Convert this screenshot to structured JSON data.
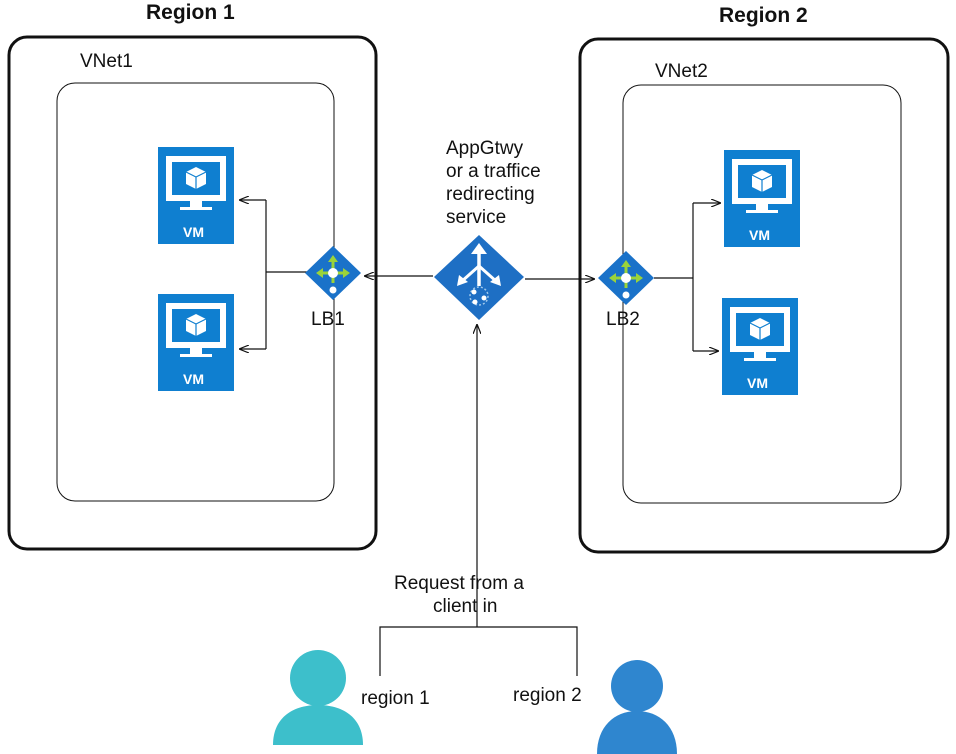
{
  "regions": [
    {
      "title": "Region 1",
      "vnet": "VNet1",
      "lb": "LB1",
      "vm_labels": [
        "VM",
        "VM"
      ]
    },
    {
      "title": "Region 2",
      "vnet": "VNet2",
      "lb": "LB2",
      "vm_labels": [
        "VM",
        "VM"
      ]
    }
  ],
  "gateway": {
    "lines": [
      "AppGtwy",
      "or a traffice",
      "redirecting",
      "service"
    ]
  },
  "request": {
    "lines": [
      "Request from a",
      "client in"
    ]
  },
  "clients": [
    {
      "label": "region 1",
      "color": "#3dbfcb"
    },
    {
      "label": "region 2",
      "color": "#2f86cf"
    }
  ],
  "colors": {
    "vm_blue": "#0f7fd0",
    "lb_blue": "#1a72c9",
    "lb_arrow": "#9bd33a",
    "gw_blue": "#1e6fc4"
  },
  "icons": [
    "vm-monitor-icon",
    "load-balancer-icon",
    "app-gateway-icon",
    "person-icon"
  ]
}
